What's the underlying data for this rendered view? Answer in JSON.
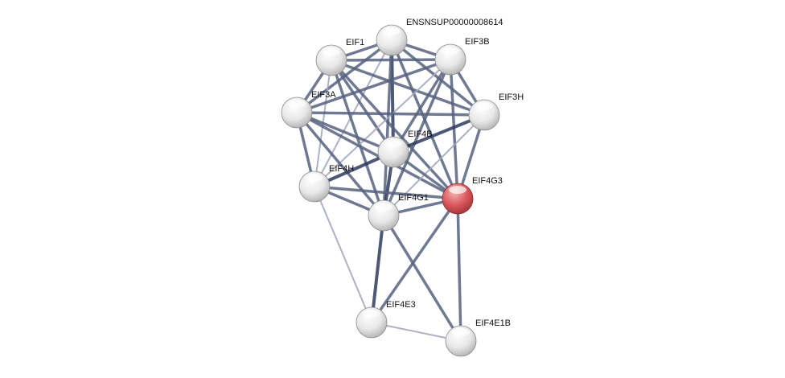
{
  "colors": {
    "edge_dark": "#2e3a5e",
    "edge_mid": "#56627f",
    "edge_light": "#a4a9bc",
    "query_node": "#d9585c",
    "node": "#e6e6e6"
  },
  "nodes": [
    {
      "id": "ENSNSUP00000008614",
      "label": "ENSNSUP00000008614",
      "query": false
    },
    {
      "id": "EIF1",
      "label": "EIF1",
      "query": false
    },
    {
      "id": "EIF3B",
      "label": "EIF3B",
      "query": false
    },
    {
      "id": "EIF3A",
      "label": "EIF3A",
      "query": false
    },
    {
      "id": "EIF3H",
      "label": "EIF3H",
      "query": false
    },
    {
      "id": "EIF4B",
      "label": "EIF4B",
      "query": false
    },
    {
      "id": "EIF4H",
      "label": "EIF4H",
      "query": false
    },
    {
      "id": "EIF4G3",
      "label": "EIF4G3",
      "query": true
    },
    {
      "id": "EIF4G1",
      "label": "EIF4G1",
      "query": false
    },
    {
      "id": "EIF4E3",
      "label": "EIF4E3",
      "query": false
    },
    {
      "id": "EIF4E1B",
      "label": "EIF4E1B",
      "query": false
    }
  ],
  "edges": [
    [
      "ENSNSUP00000008614",
      "EIF1",
      "mid"
    ],
    [
      "ENSNSUP00000008614",
      "EIF3B",
      "mid"
    ],
    [
      "ENSNSUP00000008614",
      "EIF3A",
      "mid"
    ],
    [
      "ENSNSUP00000008614",
      "EIF3H",
      "mid"
    ],
    [
      "ENSNSUP00000008614",
      "EIF4B",
      "dark"
    ],
    [
      "ENSNSUP00000008614",
      "EIF4G1",
      "mid"
    ],
    [
      "ENSNSUP00000008614",
      "EIF4G3",
      "mid"
    ],
    [
      "ENSNSUP00000008614",
      "EIF4H",
      "light"
    ],
    [
      "EIF1",
      "EIF3B",
      "mid"
    ],
    [
      "EIF1",
      "EIF3A",
      "mid"
    ],
    [
      "EIF1",
      "EIF3H",
      "mid"
    ],
    [
      "EIF1",
      "EIF4B",
      "mid"
    ],
    [
      "EIF1",
      "EIF4G1",
      "mid"
    ],
    [
      "EIF1",
      "EIF4G3",
      "mid"
    ],
    [
      "EIF1",
      "EIF4H",
      "light"
    ],
    [
      "EIF3B",
      "EIF3A",
      "mid"
    ],
    [
      "EIF3B",
      "EIF3H",
      "mid"
    ],
    [
      "EIF3B",
      "EIF4B",
      "mid"
    ],
    [
      "EIF3B",
      "EIF4G1",
      "mid"
    ],
    [
      "EIF3B",
      "EIF4G3",
      "mid"
    ],
    [
      "EIF3B",
      "EIF4H",
      "light"
    ],
    [
      "EIF3A",
      "EIF3H",
      "mid"
    ],
    [
      "EIF3A",
      "EIF4B",
      "mid"
    ],
    [
      "EIF3A",
      "EIF4G1",
      "mid"
    ],
    [
      "EIF3A",
      "EIF4G3",
      "mid"
    ],
    [
      "EIF3A",
      "EIF4H",
      "mid"
    ],
    [
      "EIF3H",
      "EIF4B",
      "dark"
    ],
    [
      "EIF3H",
      "EIF4G1",
      "light"
    ],
    [
      "EIF3H",
      "EIF4G3",
      "mid"
    ],
    [
      "EIF4B",
      "EIF4H",
      "dark"
    ],
    [
      "EIF4B",
      "EIF4G1",
      "dark"
    ],
    [
      "EIF4B",
      "EIF4G3",
      "mid"
    ],
    [
      "EIF4H",
      "EIF4G1",
      "mid"
    ],
    [
      "EIF4H",
      "EIF4G3",
      "mid"
    ],
    [
      "EIF4G1",
      "EIF4G3",
      "mid"
    ],
    [
      "EIF4H",
      "EIF4E3",
      "light"
    ],
    [
      "EIF4G1",
      "EIF4E3",
      "dark"
    ],
    [
      "EIF4G3",
      "EIF4E3",
      "mid"
    ],
    [
      "EIF4G3",
      "EIF4E1B",
      "mid"
    ],
    [
      "EIF4G1",
      "EIF4E1B",
      "mid"
    ],
    [
      "EIF4E3",
      "EIF4E1B",
      "light"
    ]
  ]
}
